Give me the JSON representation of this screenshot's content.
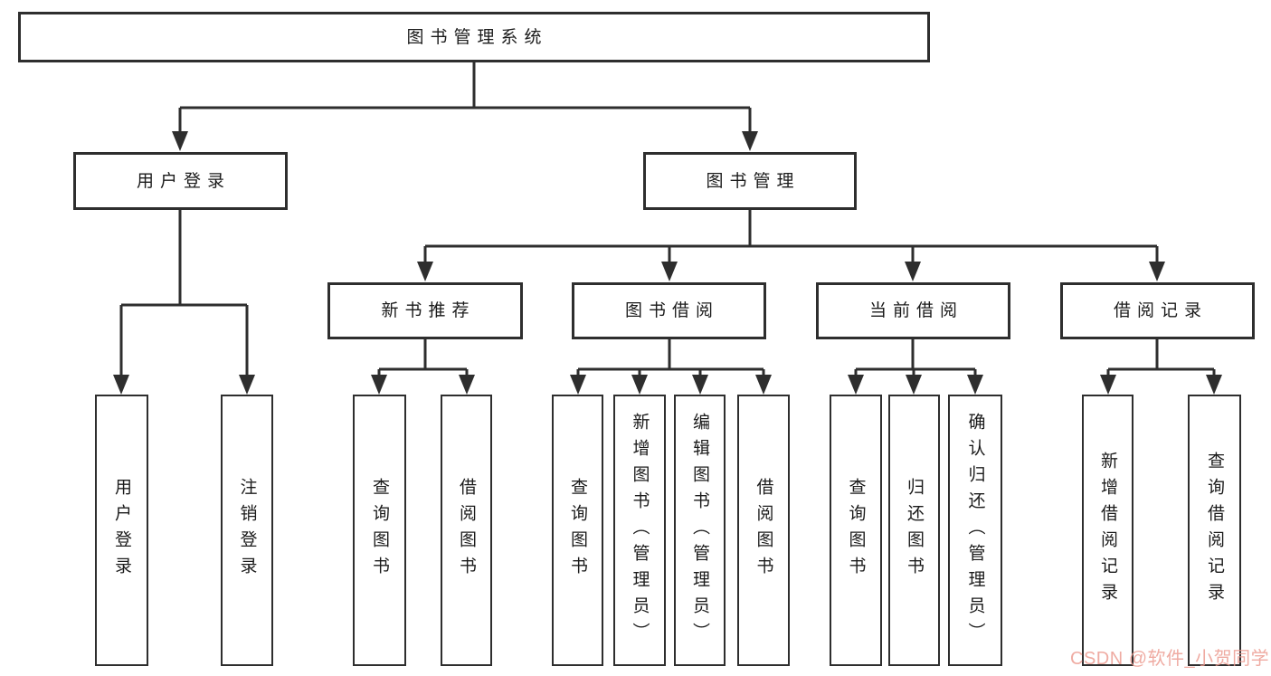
{
  "diagram": {
    "tree": {
      "root": {
        "label": "图书管理系统",
        "children": [
          {
            "label": "用户登录",
            "children": [
              {
                "label": "用户登录"
              },
              {
                "label": "注销登录"
              }
            ]
          },
          {
            "label": "图书管理",
            "children": [
              {
                "label": "新书推荐",
                "children": [
                  {
                    "label": "查询图书"
                  },
                  {
                    "label": "借阅图书"
                  }
                ]
              },
              {
                "label": "图书借阅",
                "children": [
                  {
                    "label": "查询图书"
                  },
                  {
                    "label": "新增图书（管理员）"
                  },
                  {
                    "label": "编辑图书（管理员）"
                  },
                  {
                    "label": "借阅图书"
                  }
                ]
              },
              {
                "label": "当前借阅",
                "children": [
                  {
                    "label": "查询图书"
                  },
                  {
                    "label": "归还图书"
                  },
                  {
                    "label": "确认归还（管理员）"
                  }
                ]
              },
              {
                "label": "借阅记录",
                "children": [
                  {
                    "label": "新增借阅记录"
                  },
                  {
                    "label": "查询借阅记录"
                  }
                ]
              }
            ]
          }
        ]
      }
    },
    "colors": {
      "line": "#2e2e2e",
      "text": "#1b1b1b",
      "box_background": "#ffffff",
      "page_background": "#ffffff",
      "watermark": "#eb988e"
    },
    "watermark": {
      "text": "CSDN @软件_小贺同学"
    }
  }
}
